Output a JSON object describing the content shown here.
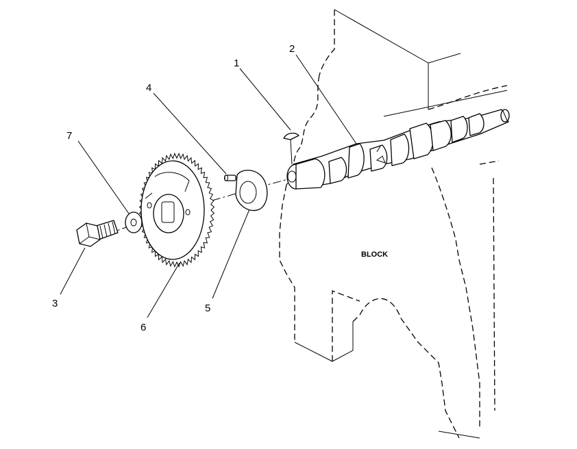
{
  "diagram": {
    "block_label": "BLOCK",
    "callouts": [
      {
        "id": "1",
        "label": "1"
      },
      {
        "id": "2",
        "label": "2"
      },
      {
        "id": "3",
        "label": "3"
      },
      {
        "id": "4",
        "label": "4"
      },
      {
        "id": "5",
        "label": "5"
      },
      {
        "id": "6",
        "label": "6"
      },
      {
        "id": "7",
        "label": "7"
      }
    ],
    "parts": [
      "woodruff-key",
      "camshaft",
      "bolt",
      "dowel-pin",
      "thrust-plate",
      "camshaft-gear",
      "washer"
    ]
  }
}
